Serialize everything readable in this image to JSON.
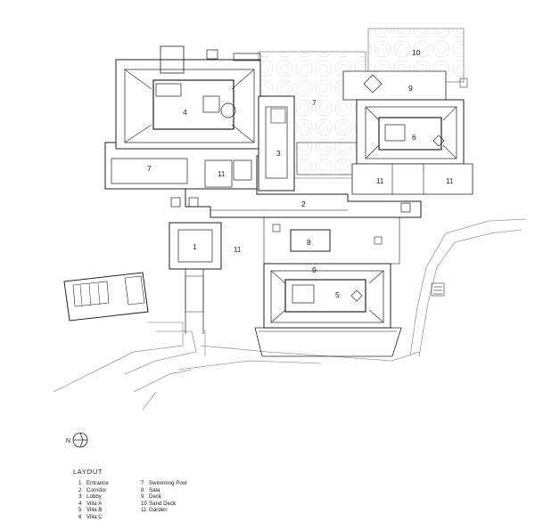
{
  "plan": {
    "labels": {
      "entrance": "1",
      "corridor": "2",
      "lobby": "3",
      "villa_a": "4",
      "villa_b": "5",
      "villa_c": "6",
      "pool": "7",
      "pool_west": "7",
      "sala": "8",
      "deck_c": "9",
      "deck_b": "9",
      "sand_deck": "10",
      "garden_a": "11",
      "garden_c1": "11",
      "garden_c2": "11",
      "garden_b": "11"
    },
    "north_label": "N"
  },
  "legend": {
    "title": "LAYOUT",
    "col1": [
      {
        "num": "1",
        "name": "Entrance"
      },
      {
        "num": "2",
        "name": "Corridor"
      },
      {
        "num": "3",
        "name": "Lobby"
      },
      {
        "num": "4",
        "name": "Villa A"
      },
      {
        "num": "5",
        "name": "Villa B"
      },
      {
        "num": "6",
        "name": "Villa C"
      }
    ],
    "col2": [
      {
        "num": "7",
        "name": "Swimming Pool"
      },
      {
        "num": "8",
        "name": "Sala"
      },
      {
        "num": "9",
        "name": "Deck"
      },
      {
        "num": "10",
        "name": "Sand Deck"
      },
      {
        "num": "11",
        "name": "Garden"
      }
    ]
  }
}
